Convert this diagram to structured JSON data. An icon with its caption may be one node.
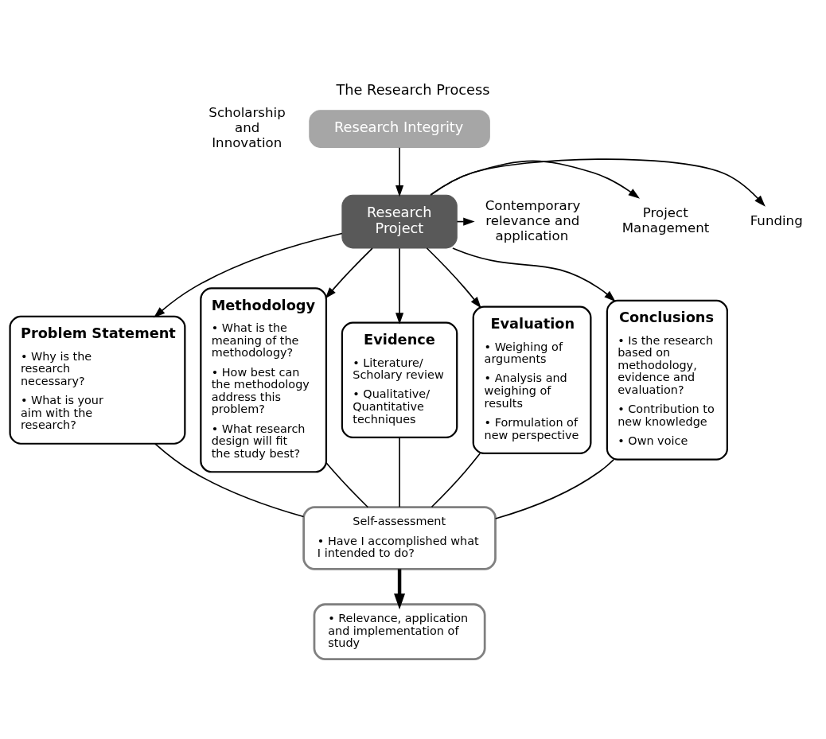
{
  "diagram": {
    "title": "The Research Process",
    "nodes": [
      {
        "text": [
          "Research Integrity"
        ]
      },
      {
        "text": [
          "Research Project"
        ]
      },
      {
        "text": [
          "Funding"
        ]
      },
      {
        "text": [
          "Project Management"
        ]
      },
      {
        "text": [
          "Contemporary relevance and application"
        ]
      },
      {
        "text": [
          "Problem Statement",
          "• Why is the research necessary?",
          "• What is your aim with the research?"
        ]
      },
      {
        "text": [
          "Methodology",
          "• What is the meaning of the methodology?",
          "• How best can the methodology address this problem?",
          "• What research design will fit the study best?"
        ]
      },
      {
        "text": [
          "Evidence",
          "• Literature/ Scholary review",
          "• Qualitative/ Quantitative techniques"
        ]
      },
      {
        "text": [
          "Evaluation",
          "• Weighing of arguments",
          "• Analysis and weighing of results",
          "• Formulation of new perspective"
        ]
      },
      {
        "text": [
          "Conclusions",
          "• Is the research based on methodology, evidence and evaluation?",
          "• Contribution to new knowledge",
          "• Own voice"
        ]
      },
      {
        "text": [
          "Self-assessment",
          "• Have I accomplished what I intended to do?"
        ]
      },
      {
        "text": [
          "• Relevance, application and implementation of study"
        ]
      }
    ],
    "edges": [
      {
        "from": 0,
        "to": 1,
        "arrow": "to"
      },
      {
        "from": 1,
        "to": 2,
        "arrow": "to"
      },
      {
        "from": 1,
        "to": 3,
        "arrow": "to"
      },
      {
        "from": 1,
        "to": 4,
        "arrow": "to"
      },
      {
        "from": 1,
        "to": 5,
        "arrow": "to"
      },
      {
        "from": 1,
        "to": 6,
        "arrow": "to"
      },
      {
        "from": 1,
        "to": 7,
        "arrow": "to"
      },
      {
        "from": 1,
        "to": 8,
        "arrow": "to"
      },
      {
        "from": 1,
        "to": 9,
        "arrow": "to"
      },
      {
        "from": 5,
        "to": 10,
        "arrow": "none"
      },
      {
        "from": 6,
        "to": 10,
        "arrow": "none"
      },
      {
        "from": 7,
        "to": 10,
        "arrow": "none"
      },
      {
        "from": 8,
        "to": 10,
        "arrow": "none"
      },
      {
        "from": 9,
        "to": 10,
        "arrow": "none"
      },
      {
        "from": 10,
        "to": 11,
        "arrow": "to",
        "style": "thick"
      }
    ],
    "labels": [
      "Scholarship and Innovation"
    ]
  }
}
